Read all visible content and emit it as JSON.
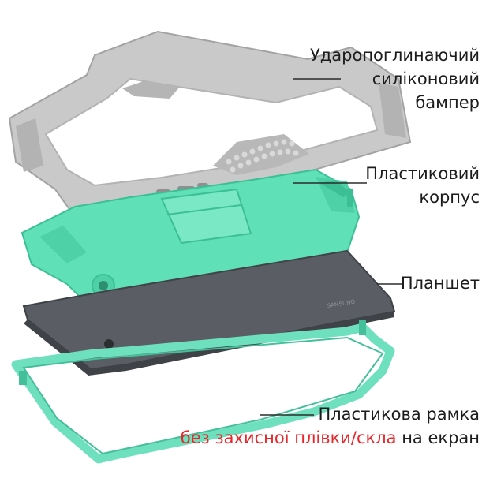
{
  "labels": {
    "bumper": {
      "line1": "Ударопоглинаючий",
      "line2": "силіконовий",
      "line3": "бампер"
    },
    "shell": {
      "line1": "Пластиковий",
      "line2": "корпус"
    },
    "tablet": {
      "line1": "Планшет"
    },
    "frame": {
      "line1": "Пластикова рамка",
      "line2_red": "без захисної плівки/скла",
      "line2_rest": " на екран"
    }
  },
  "tablet_brand": "SAMSUNG",
  "colors": {
    "bumper": "#c9c9c9",
    "bumper_dark": "#a9a9a9",
    "shell": "#5fe0b6",
    "shell_dark": "#3cbf95",
    "tablet": "#5a5d63",
    "tablet_edge": "#3f4246",
    "frame": "#6fe0bd",
    "frame_dark": "#45bf99",
    "label_text": "#1c1c1c",
    "accent_red": "#e8262b"
  }
}
